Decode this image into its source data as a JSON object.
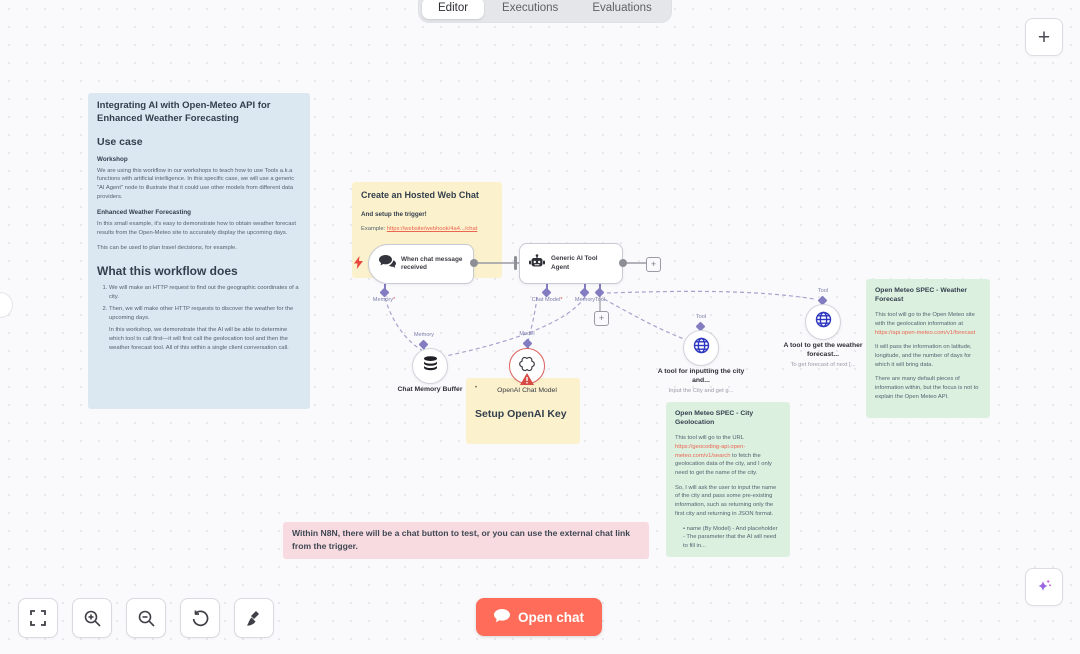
{
  "accent_colors": {
    "open_chat_bg": "#ff6d5a",
    "link": "#ec6550",
    "connector": "#837cc0",
    "error_border": "#dd5f5c",
    "sticky_blue": "#dbe7f1",
    "sticky_yellow": "#fbf1cc",
    "sticky_green": "#dcf0e0",
    "sticky_pink": "#f8dbe0"
  },
  "tabs": [
    {
      "label": "Editor",
      "active": true
    },
    {
      "label": "Executions",
      "active": false
    },
    {
      "label": "Evaluations",
      "active": false
    }
  ],
  "top_right": {
    "add_button": "+"
  },
  "main_sticky": {
    "title": "Integrating AI with Open-Meteo API for Enhanced Weather Forecasting",
    "use_case_heading": "Use case",
    "workshop_heading": "Workshop",
    "workshop_text": "We are using this workflow in our workshops to teach how to use Tools a.k.a functions with artificial intelligence. In this specific case, we will use a generic \"AI Agent\" node to illustrate that it could use other models from different data providers.",
    "ewf_heading": "Enhanced Weather Forecasting",
    "ewf_p1": "In this small example, it's easy to demonstrate how to obtain weather forecast results from the Open-Meteo site to accurately display the upcoming days.",
    "ewf_p2": "This can be used to plan travel decisions, for example.",
    "what_heading": "What this workflow does",
    "step1": "We will make an HTTP request to find out the geographic coordinates of a city.",
    "step2": "Then, we will make other HTTP requests to discover the weather for the upcoming days.",
    "note": "In this workshop, we demonstrate that the AI will be able to determine which tool to call first—it will first call the geolocation tool and then the weather forecast tool. All of this within a single client conversation call."
  },
  "web_chat_sticky": {
    "title": "Create an Hosted Web Chat",
    "subtitle": "And setup the trigger!",
    "example_label": "Example: ",
    "example_link": "https://website/webhook/4a4.../chat"
  },
  "setup_key_sticky": {
    "title": "Setup OpenAI Key"
  },
  "weather_spec_sticky": {
    "title": "Open Meteo SPEC - Weather Forecast",
    "p1a": "This tool will go to the Open Meteo site with the geolocation information at ",
    "p1_link": "https://api.open-meteo.com/v1/forecast",
    "p2": "It will pass the information on latitude, longitude, and the number of days for which it will bring data.",
    "p3": "There are many default pieces of information within, but the focus is not to explain the Open Meteo API."
  },
  "geo_spec_sticky": {
    "title": "Open Meteo SPEC - City Geolocation",
    "p1a": "This tool will go to the URL ",
    "p1_link": "https://geocoding-api.open-meteo.com/v1/search",
    "p1b": " to fetch the geolocation data of the city, and I only need to get the name of the city.",
    "p2": "So, I will ask the user to input the name of the city and pass some pre-existing information, such as returning only the first city and returning in JSON format.",
    "bullet": "name (By Model) - And placeholder - The parameter that the AI will need to fill in..."
  },
  "chat_hint_sticky": {
    "text": "Within N8N, there will be a chat button to test, or you can use the external chat link from the trigger."
  },
  "nodes": {
    "chat_trigger": {
      "label": "When chat message received",
      "port": "Memory",
      "port_required": "*"
    },
    "agent": {
      "label": "Generic AI Tool Agent",
      "port_chat_model": "Chat Model",
      "port_chat_model_required": "*",
      "port_memory": "Memory",
      "port_tool": "Tool"
    },
    "memory": {
      "label": "Chat Memory Buffer",
      "port": "Memory"
    },
    "model": {
      "label": "OpenAI Chat Model",
      "port": "Model"
    },
    "tool_city": {
      "label": "A tool for inputting the city and...",
      "sub": "Input the City and get g...",
      "port": "Tool"
    },
    "tool_weather": {
      "label": "A tool to get the weather forecast...",
      "sub": "To get forecast of next [...",
      "port": "Tool"
    }
  },
  "bottom_bar": {
    "open_chat_label": "Open chat"
  },
  "connector_plus": "+"
}
